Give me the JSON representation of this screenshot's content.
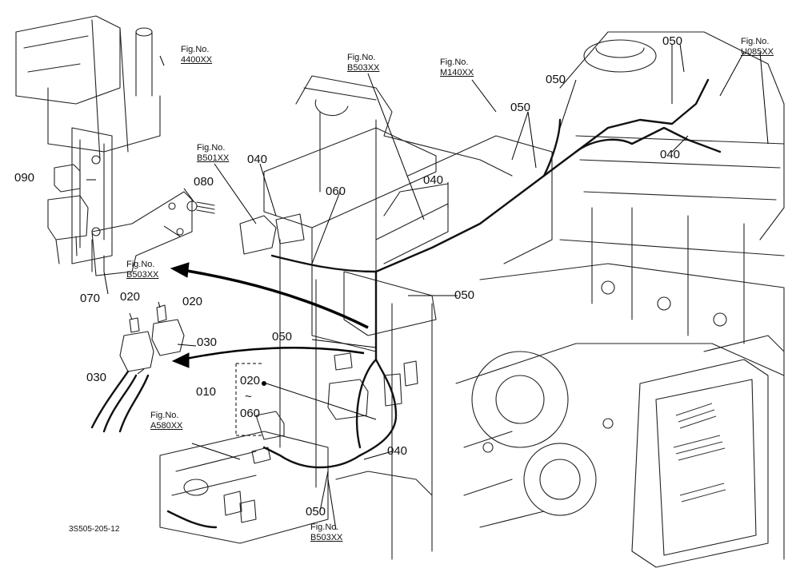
{
  "figure_refs": [
    {
      "prefix": "Fig.No.",
      "code": "4400XX"
    },
    {
      "prefix": "Fig.No.",
      "code": "B503XX"
    },
    {
      "prefix": "Fig.No.",
      "code": "M140XX"
    },
    {
      "prefix": "Fig.No.",
      "code": "U085XX"
    },
    {
      "prefix": "Fig.No.",
      "code": "B501XX"
    },
    {
      "prefix": "Fig.No.",
      "code": "B503XX"
    },
    {
      "prefix": "Fig.No.",
      "code": "A580XX"
    },
    {
      "prefix": "Fig.No.",
      "code": "B503XX"
    }
  ],
  "part_labels": [
    "050",
    "050",
    "050",
    "040",
    "040",
    "060",
    "040",
    "090",
    "080",
    "070",
    "020",
    "020",
    "030",
    "030",
    "050",
    "050",
    "010",
    "020",
    "~",
    "060",
    "040",
    "050"
  ],
  "document_id": "3S505-205-12"
}
